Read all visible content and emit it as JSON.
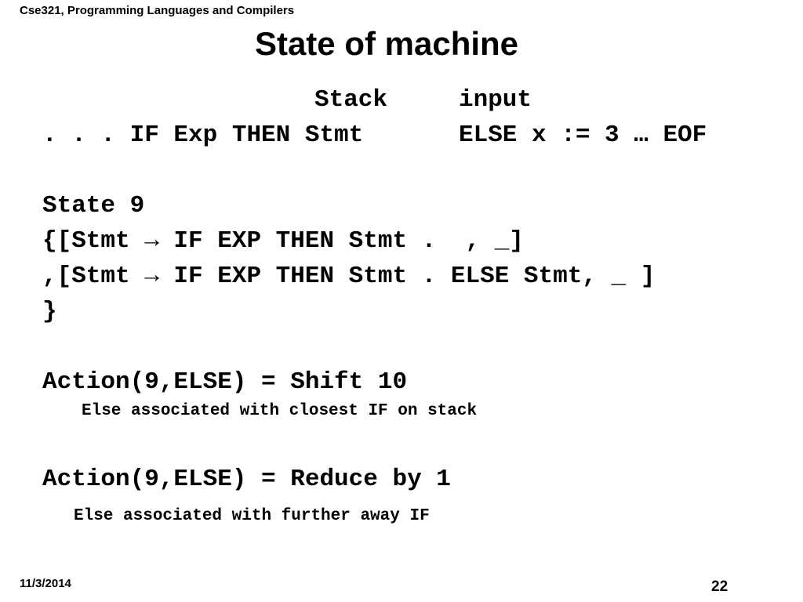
{
  "slide": {
    "header": "Cse321, Programming Languages and Compilers",
    "title": "State of machine",
    "column_stack_label": "Stack",
    "column_input_label": "input",
    "stack_content": ". . . IF Exp THEN Stmt",
    "input_content": "ELSE x := 3 … EOF",
    "state_label": "State 9",
    "item_1": "{[Stmt → IF EXP THEN Stmt .  , _]",
    "item_2": ",[Stmt → IF EXP THEN Stmt . ELSE Stmt, _ ]",
    "item_close": "}",
    "action_1": "Action(9,ELSE) = Shift 10",
    "action_1_note": "Else associated with closest IF on stack",
    "action_2": "Action(9,ELSE) = Reduce by 1",
    "action_2_note": "Else associated with further away IF",
    "date": "11/3/2014",
    "page_number": "22"
  }
}
